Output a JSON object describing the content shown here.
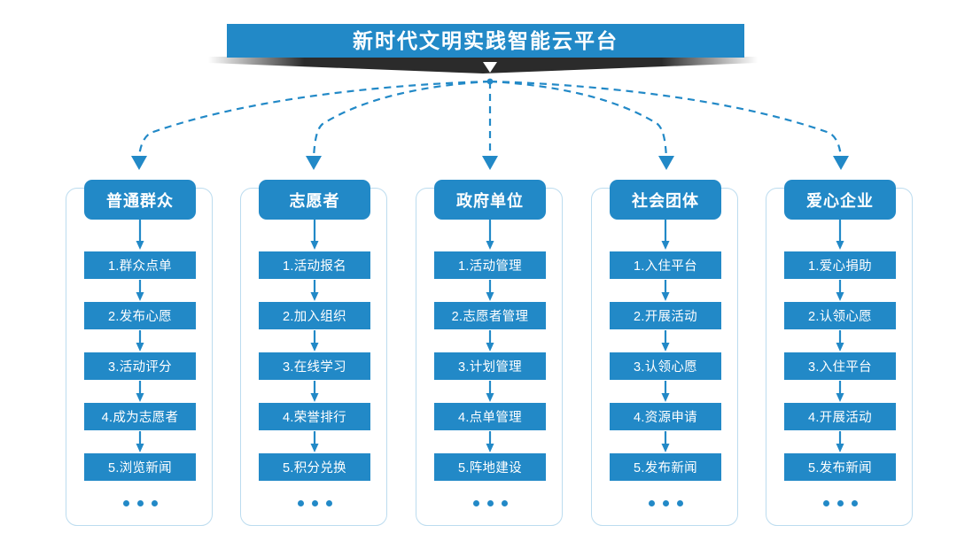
{
  "banner": {
    "title": "新时代文明实践智能云平台",
    "chevron_icon": "chevron-down-icon",
    "bar_color": "#2289c7",
    "ribbon_color": "#2b2b2b"
  },
  "theme": {
    "accent": "#2289c7",
    "frame_border": "#bcdcef",
    "text_on_accent": "#ffffff",
    "background": "#ffffff"
  },
  "connectors": {
    "style": "dashed",
    "color": "#2289c7",
    "arrow_icon": "arrow-down-icon",
    "origin_label": "新时代文明实践智能云平台"
  },
  "columns": [
    {
      "header": "普通群众",
      "items": [
        "1.群众点单",
        "2.发布心愿",
        "3.活动评分",
        "4.成为志愿者",
        "5.浏览新闻"
      ],
      "more": "•••"
    },
    {
      "header": "志愿者",
      "items": [
        "1.活动报名",
        "2.加入组织",
        "3.在线学习",
        "4.荣誉排行",
        "5.积分兑换"
      ],
      "more": "•••"
    },
    {
      "header": "政府单位",
      "items": [
        "1.活动管理",
        "2.志愿者管理",
        "3.计划管理",
        "4.点单管理",
        "5.阵地建设"
      ],
      "more": "•••"
    },
    {
      "header": "社会团体",
      "items": [
        "1.入住平台",
        "2.开展活动",
        "3.认领心愿",
        "4.资源申请",
        "5.发布新闻"
      ],
      "more": "•••"
    },
    {
      "header": "爱心企业",
      "items": [
        "1.爱心捐助",
        "2.认领心愿",
        "3.入住平台",
        "4.开展活动",
        "5.发布新闻"
      ],
      "more": "•••"
    }
  ]
}
